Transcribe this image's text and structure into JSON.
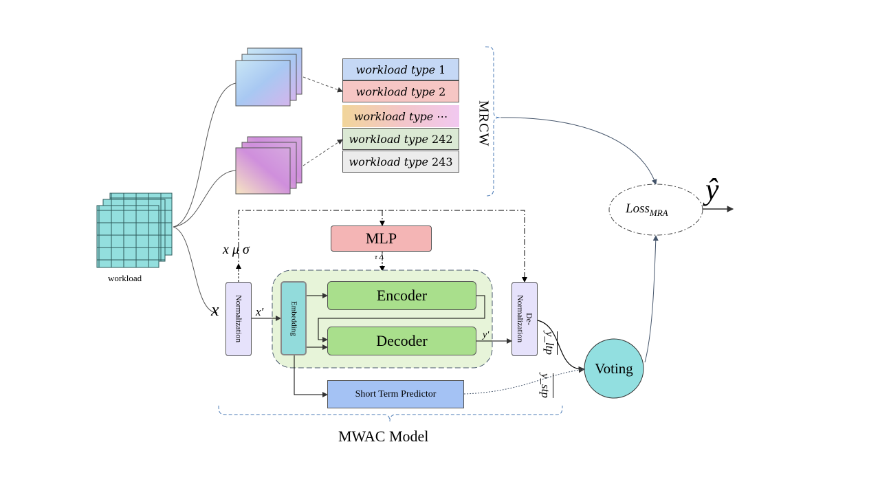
{
  "workload_label": "workload",
  "workload_types": [
    {
      "text": "workload type",
      "num": "1",
      "color": "#c5d8f5"
    },
    {
      "text": "workload type",
      "num": "2",
      "color": "#f6c6c4"
    },
    {
      "text": "workload type",
      "num": "⋯",
      "color": "gradient"
    },
    {
      "text": "workload type",
      "num": "242",
      "color": "#dbe9d4"
    },
    {
      "text": "workload type",
      "num": "243",
      "color": "#ececec"
    }
  ],
  "mrcw_label": "MRCW",
  "loss_label": {
    "base": "Loss",
    "sub": "MRA"
  },
  "y_hat": "ŷ",
  "stats_label": "x μ σ",
  "x_label": "x",
  "x_prime_label": "x′",
  "y_prime_label": "y′",
  "mlp_label": "MLP",
  "tau_delta_label": "τ Δ",
  "normalization_label": "Normalization",
  "embedding_label": "Embedding",
  "encoder_label": "Encoder",
  "decoder_label": "Decoder",
  "denorm_label": "De-\nNormalization",
  "short_term_label": "Short Term Predictor",
  "voting_label": "Voting",
  "y_ltp_label": "y_ltp",
  "y_stp_label": "y_stp",
  "model_label": "MWAC Model",
  "colors": {
    "mlp": "#f4b5b5",
    "encoder": "#a9df8c",
    "panel": "#e7f4d9",
    "embedding": "#92dbdb",
    "voting": "#92dfe0",
    "short_term": "#a4c2f4",
    "norm": "#e6e2fb",
    "grid": "#93dfde"
  }
}
